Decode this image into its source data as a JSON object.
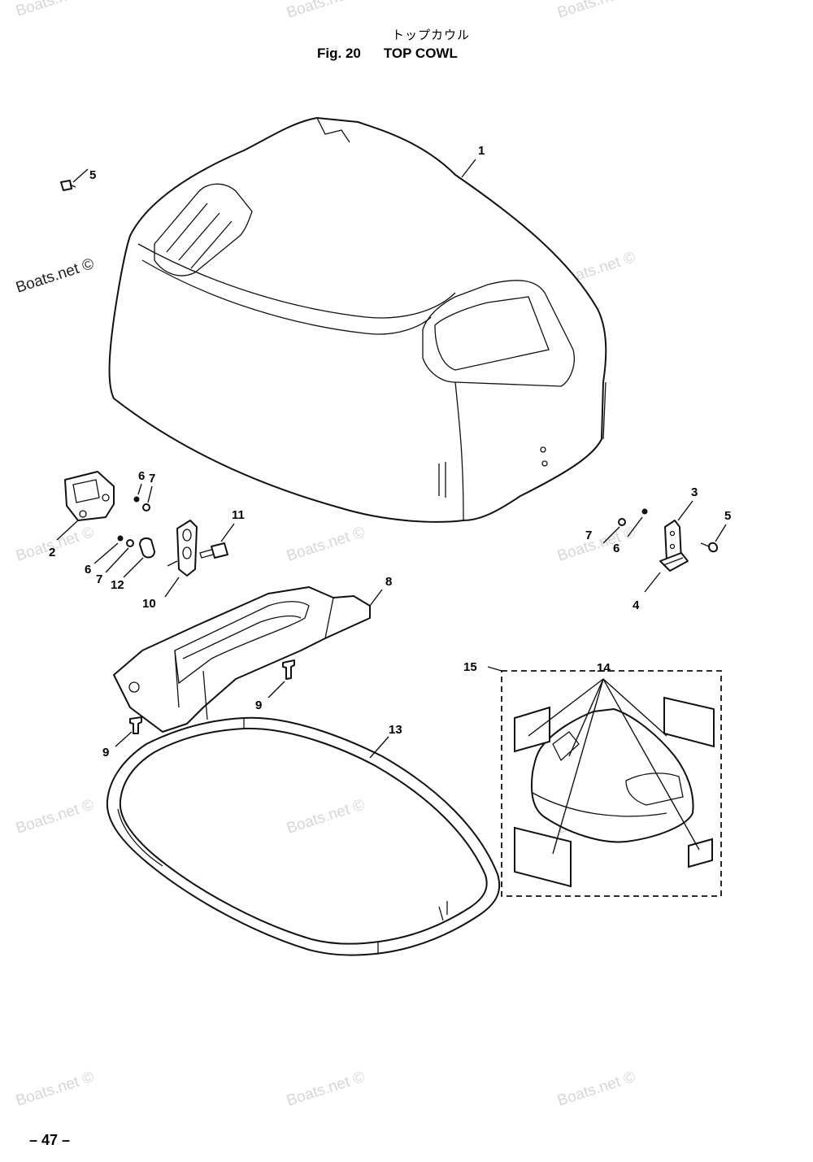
{
  "header": {
    "title_jp": "トップカウル",
    "fig_label": "Fig. 20",
    "title": "TOP COWL"
  },
  "footer": {
    "page_number": "– 47 –"
  },
  "watermark": "Boats.net ©",
  "callouts": {
    "c1": "1",
    "c2": "2",
    "c3": "3",
    "c4": "4",
    "c5a": "5",
    "c5b": "5",
    "c6a": "6",
    "c6b": "6",
    "c6c": "6",
    "c7a": "7",
    "c7b": "7",
    "c7c": "7",
    "c8": "8",
    "c9a": "9",
    "c9b": "9",
    "c10": "10",
    "c11": "11",
    "c12": "12",
    "c13": "13",
    "c14": "14",
    "c15": "15"
  },
  "colors": {
    "line": "#111111",
    "watermark": "#d6d6d6",
    "background": "#ffffff"
  }
}
